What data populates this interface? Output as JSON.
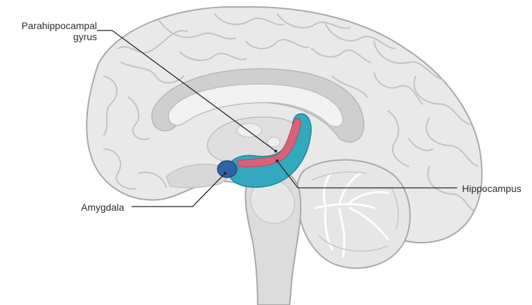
{
  "labels": {
    "parahippocampal_line1": "Parahippocampal",
    "parahippocampal_line2": "gyrus",
    "amygdala": "Amygdala",
    "hippocampus": "Hippocampus"
  },
  "colors": {
    "brain_fill": "#e9e9e9",
    "brain_outline": "#a9a9a9",
    "white_matter": "#d4d4d4",
    "hippocampus": "#33a9bd",
    "amygdala": "#2d64a6",
    "parahippocampal": "#d9627a",
    "leader_line": "#222222"
  }
}
